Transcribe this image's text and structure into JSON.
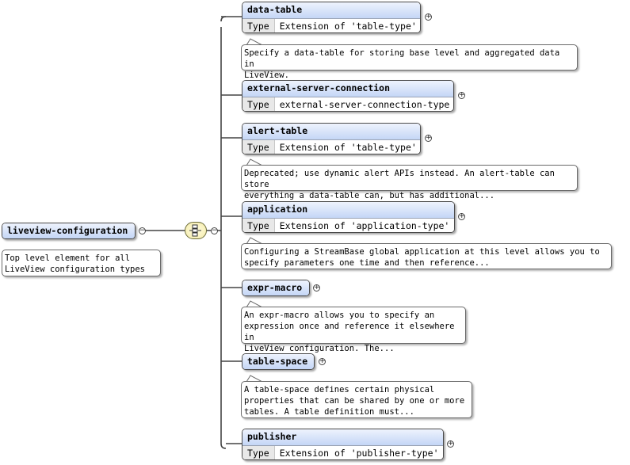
{
  "root": {
    "name": "liveview-configuration",
    "doc": "Top level element for all\nLiveView configuration types",
    "toggle": "−"
  },
  "compositor": {
    "icon": "sequence-compositor-icon",
    "toggle": "−"
  },
  "type_label": "Type",
  "expand_symbol": "+",
  "elements": [
    {
      "name": "data-table",
      "type": "Extension of 'table-type'",
      "doc": "Specify a data-table for storing base level and aggregated data in\nLiveView."
    },
    {
      "name": "external-server-connection",
      "type": "external-server-connection-type",
      "doc": ""
    },
    {
      "name": "alert-table",
      "type": "Extension of 'table-type'",
      "doc": "Deprecated; use dynamic alert APIs instead. An alert-table can store\neverything a data-table can, but has additional..."
    },
    {
      "name": "application",
      "type": "Extension of 'application-type'",
      "doc": "Configuring a StreamBase global application at this level allows you to\nspecify parameters one time and then reference..."
    },
    {
      "name": "expr-macro",
      "type": "",
      "doc": "An expr-macro allows you to specify an\nexpression once and reference it elsewhere in\nLiveView configuration. The..."
    },
    {
      "name": "table-space",
      "type": "",
      "doc": "A table-space defines certain physical\nproperties that can be shared by one or more\ntables. A table definition must..."
    },
    {
      "name": "publisher",
      "type": "Extension of 'publisher-type'",
      "doc": ""
    }
  ]
}
